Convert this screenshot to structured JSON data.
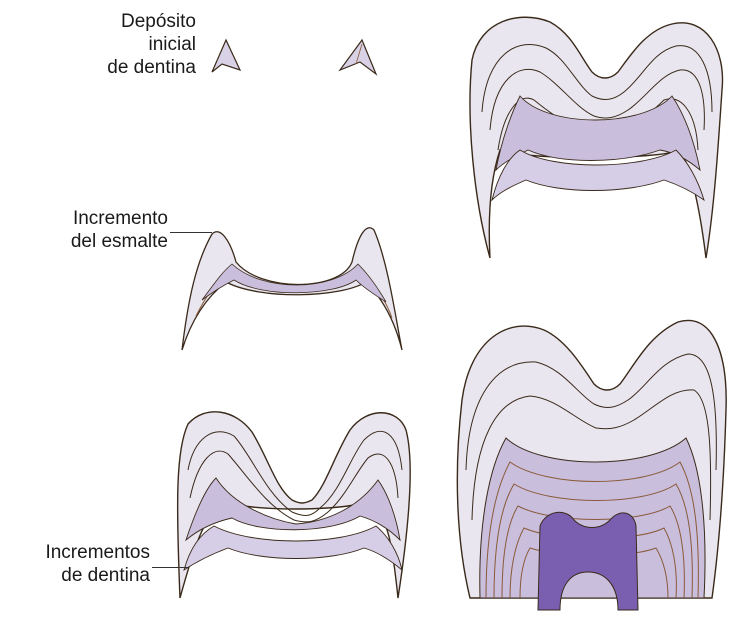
{
  "labels": {
    "initial_deposit": [
      "Depósito",
      "inicial",
      "de dentina"
    ],
    "enamel_increment": [
      "Incremento",
      "del esmalte"
    ],
    "dentin_increments": [
      "Incrementos",
      "de dentina"
    ]
  },
  "colors": {
    "enamel": "#e9e6f0",
    "dentin": "#c9bedc",
    "dentin_inner": "#d6cde6",
    "pulp": "#7a5fb0",
    "outline": "#3a2a1a",
    "growth_line": "#8a5a3a"
  },
  "stages": [
    {
      "name": "initial-dentin-deposit"
    },
    {
      "name": "enamel-increment"
    },
    {
      "name": "dentin-increments"
    },
    {
      "name": "crown-upper-right"
    },
    {
      "name": "crown-with-pulp"
    }
  ]
}
